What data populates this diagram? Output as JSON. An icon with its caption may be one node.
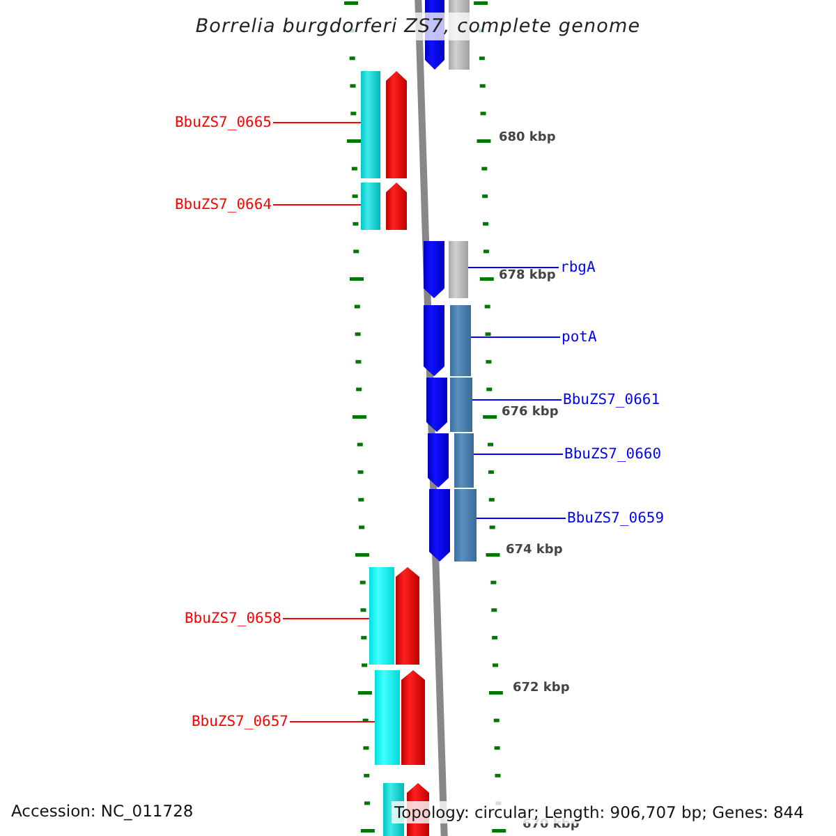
{
  "diagram": {
    "title": "Borrelia burgdorferi ZS7, complete genome",
    "nodes": [
      {
        "text": [],
        "shape": "pentagon"
      },
      {
        "text": [],
        "shape": "bar"
      },
      {
        "text": [
          "BbuZS7_0665"
        ]
      },
      {
        "text": [],
        "shape": "bar"
      },
      {
        "text": [],
        "shape": "pentagon"
      },
      {
        "text": [
          "BbuZS7_0664"
        ]
      },
      {
        "text": [],
        "shape": "bar"
      },
      {
        "text": [],
        "shape": "pentagon"
      },
      {
        "text": [
          "rbgA"
        ]
      },
      {
        "text": [],
        "shape": "pentagon"
      },
      {
        "text": [],
        "shape": "bar"
      },
      {
        "text": [
          "potA"
        ]
      },
      {
        "text": [],
        "shape": "pentagon"
      },
      {
        "text": [],
        "shape": "bar"
      },
      {
        "text": [
          "BbuZS7_0661"
        ]
      },
      {
        "text": [],
        "shape": "pentagon"
      },
      {
        "text": [],
        "shape": "bar"
      },
      {
        "text": [
          "BbuZS7_0660"
        ]
      },
      {
        "text": [],
        "shape": "pentagon"
      },
      {
        "text": [],
        "shape": "bar"
      },
      {
        "text": [
          "BbuZS7_0659"
        ]
      },
      {
        "text": [],
        "shape": "pentagon"
      },
      {
        "text": [],
        "shape": "bar"
      },
      {
        "text": [
          "BbuZS7_0658"
        ]
      },
      {
        "text": [],
        "shape": "bar"
      },
      {
        "text": [],
        "shape": "pentagon"
      },
      {
        "text": [
          "BbuZS7_0657"
        ]
      },
      {
        "text": [],
        "shape": "bar"
      },
      {
        "text": [],
        "shape": "pentagon"
      },
      {
        "text": [],
        "shape": "bar"
      },
      {
        "text": [],
        "shape": "pentagon"
      }
    ],
    "edges": [
      {
        "from": 2,
        "to": 3,
        "arrow": "none",
        "color": "#ff0000"
      },
      {
        "from": 5,
        "to": 6,
        "arrow": "none",
        "color": "#ff0000"
      },
      {
        "from": 8,
        "to": 10,
        "arrow": "none"
      },
      {
        "from": 11,
        "to": 13,
        "arrow": "none"
      },
      {
        "from": 14,
        "to": 16,
        "arrow": "none"
      },
      {
        "from": 17,
        "to": 19,
        "arrow": "none"
      },
      {
        "from": 20,
        "to": 22,
        "arrow": "none"
      },
      {
        "from": 23,
        "to": 24,
        "arrow": "none",
        "color": "#ff0000"
      },
      {
        "from": 26,
        "to": 27,
        "arrow": "none",
        "color": "#ff0000"
      }
    ],
    "labels": [
      "680 kbp",
      "678 kbp",
      "676 kbp",
      "674 kbp",
      "672 kbp",
      "670 kbp",
      "Accession: NC_011728",
      "Topology: circular; Length: 906,707 bp; Genes: 844"
    ]
  }
}
